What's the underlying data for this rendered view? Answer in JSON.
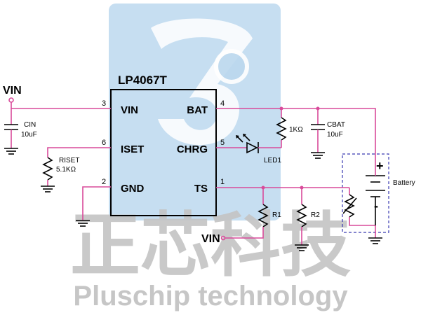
{
  "chip": {
    "name": "LP4067T",
    "pins": [
      {
        "num": "3",
        "name": "VIN"
      },
      {
        "num": "6",
        "name": "ISET"
      },
      {
        "num": "2",
        "name": "GND"
      },
      {
        "num": "4",
        "name": "BAT"
      },
      {
        "num": "5",
        "name": "CHRG"
      },
      {
        "num": "1",
        "name": "TS"
      }
    ]
  },
  "labels": {
    "vin_in": "VIN",
    "vin_r1": "VIN",
    "cin_name": "CIN",
    "cin_value": "10uF",
    "rset_name": "RISET",
    "rset_value": "5.1KΩ",
    "r_led": "1KΩ",
    "cbat_name": "CBAT",
    "cbat_value": "10uF",
    "led": "LED1",
    "r1": "R1",
    "r2": "R2",
    "battery": "Battery",
    "battery_plus": "+",
    "battery_minus": "-"
  },
  "watermark": {
    "chinese": "正芯科技",
    "english": "Pluschip technology"
  },
  "colors": {
    "wire": "#d94a9a",
    "logo_bg": "#bcd8ee",
    "watermark_text": "#c4c4c4",
    "ground": "#2a5aa0"
  }
}
